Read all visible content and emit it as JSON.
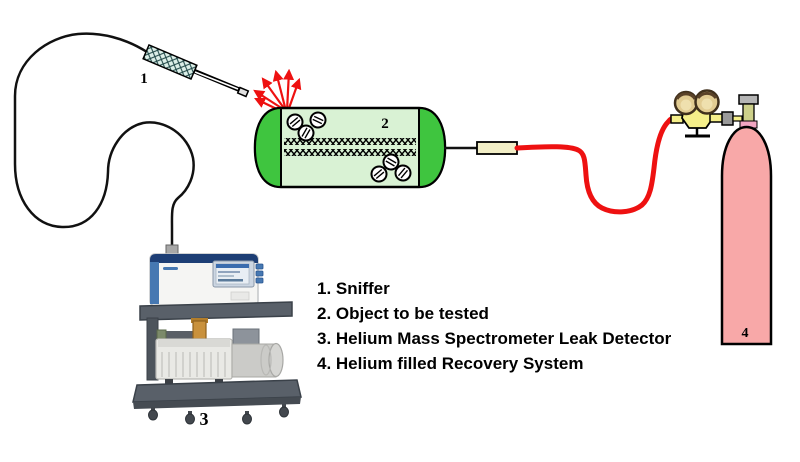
{
  "part_labels": {
    "sniffer": "1",
    "test_object": "2",
    "leak_detector": "3",
    "recovery_system": "4"
  },
  "legend": {
    "items": [
      "1. Sniffer",
      "2. Object to be tested",
      "3. Helium Mass Spectrometer Leak Detector",
      "4. Helium filled Recovery System"
    ]
  },
  "colors": {
    "tank_cap_green": "#3fc53f",
    "tank_body_green": "#d9f2d4",
    "hose_red": "#ee1111",
    "cylinder_pink": "#f8a8a8",
    "connector_cream": "#f2eec6",
    "regulator_yellow": "#f5ef8a",
    "machine_blue": "#4678b2",
    "cart_gray": "#596069",
    "cable_black": "#111111"
  }
}
